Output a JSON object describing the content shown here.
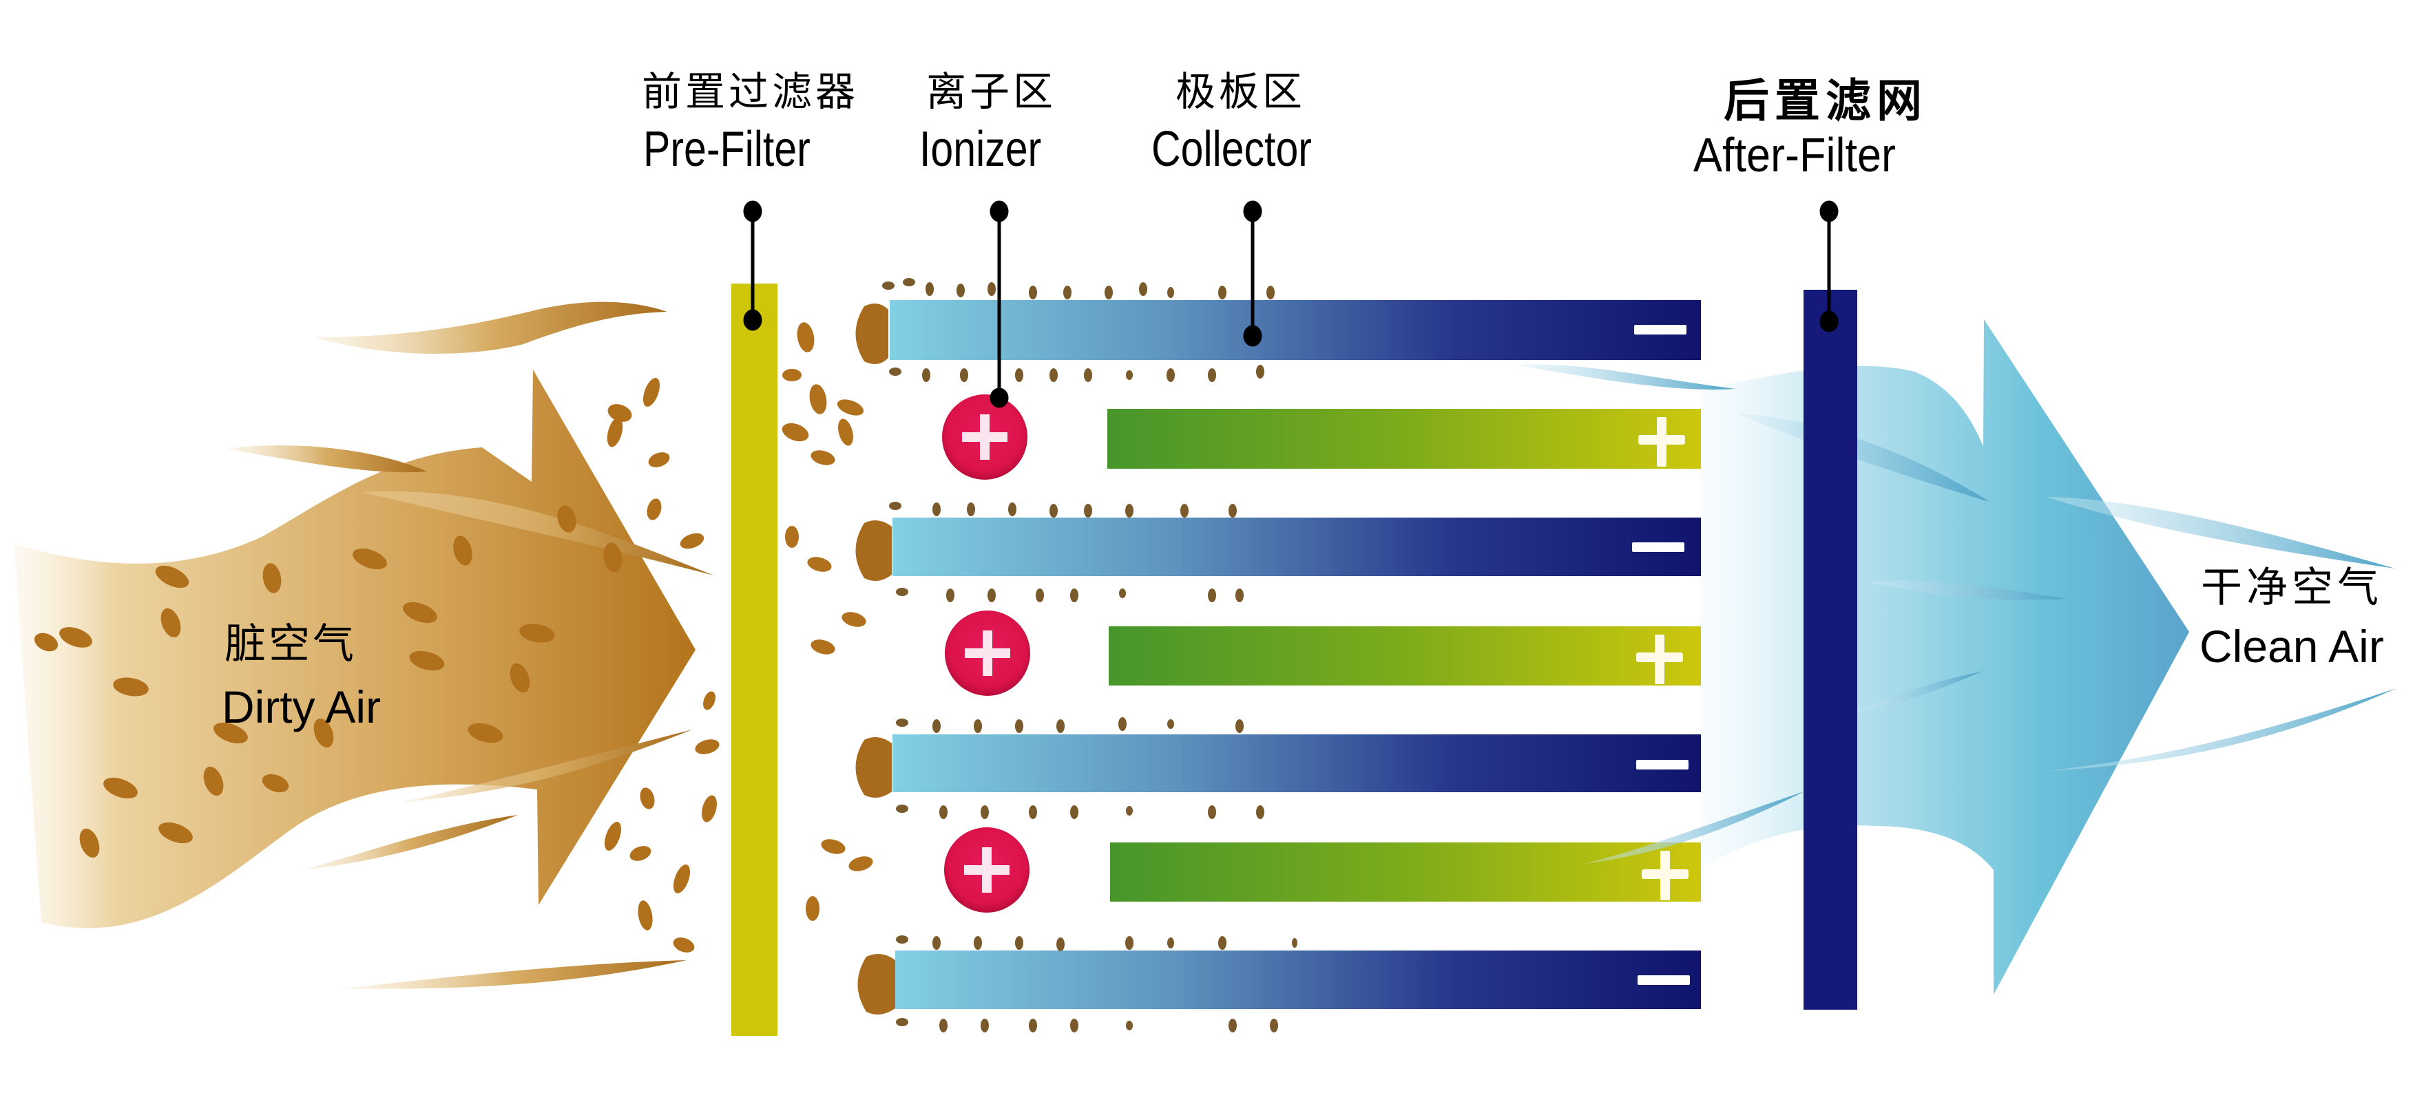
{
  "labels": {
    "pre_filter": {
      "zh": "前置过滤器",
      "en": "Pre-Filter"
    },
    "ionizer": {
      "zh": "离子区",
      "en": "Ionizer"
    },
    "collector": {
      "zh": "极板区",
      "en": "Collector"
    },
    "after_filter": {
      "zh": "后置滤网",
      "en": "After-Filter"
    },
    "dirty_air": {
      "zh": "脏空气",
      "en": "Dirty Air"
    },
    "clean_air": {
      "zh": "干净空气",
      "en": "Clean Air"
    }
  },
  "ionizers": [
    {
      "symbol": "+"
    },
    {
      "symbol": "+"
    },
    {
      "symbol": "+"
    }
  ],
  "collector_plates": [
    {
      "charge": "negative",
      "symbol": "−"
    },
    {
      "charge": "positive",
      "symbol": "+"
    },
    {
      "charge": "negative",
      "symbol": "−"
    },
    {
      "charge": "positive",
      "symbol": "+"
    },
    {
      "charge": "negative",
      "symbol": "−"
    },
    {
      "charge": "positive",
      "symbol": "+"
    },
    {
      "charge": "negative",
      "symbol": "−"
    }
  ],
  "colors": {
    "pre_filter": "#cfc60a",
    "ionizer": "#e0154f",
    "negative_plate_start": "#7fcde2",
    "negative_plate_end": "#111670",
    "positive_plate_start": "#4a9a2a",
    "positive_plate_end": "#cbc60c",
    "after_filter": "#14197a",
    "dirty_air": "#c48a2c",
    "clean_air": "#5fb8d3"
  }
}
